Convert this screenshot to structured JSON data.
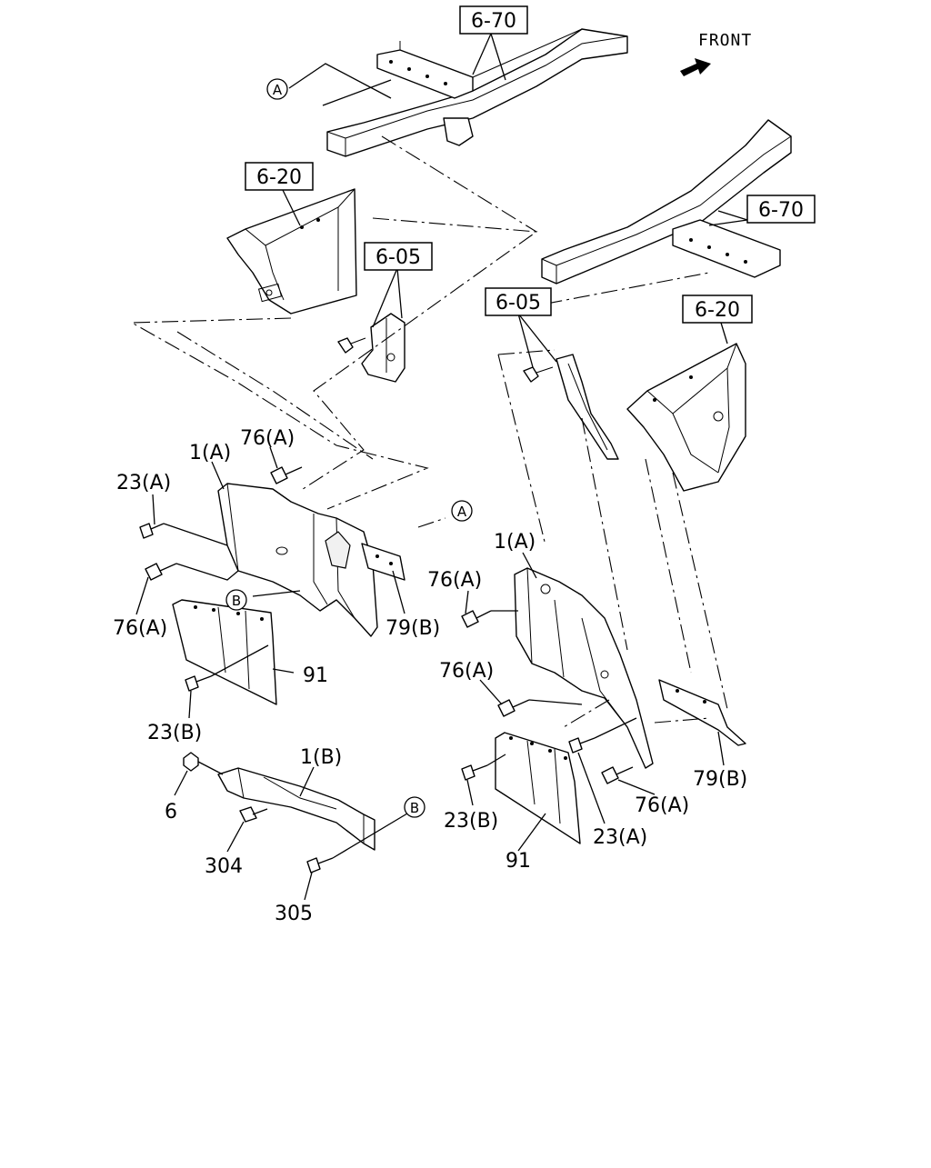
{
  "front_label": "FRONT",
  "refs": {
    "ref_6_70_top": "6-70",
    "ref_6_70_right": "6-70",
    "ref_6_20_left": "6-20",
    "ref_6_20_right": "6-20",
    "ref_6_05_left": "6-05",
    "ref_6_05_right": "6-05"
  },
  "circle_refs": {
    "a_top": "A",
    "a_mid": "A",
    "b_left": "B",
    "b_bottom": "B"
  },
  "callouts": {
    "left_1a": "1(A)",
    "left_76a_top": "76(A)",
    "left_23a": "23(A)",
    "left_76a_bottom": "76(A)",
    "left_79b": "79(B)",
    "left_91": "91",
    "left_23b": "23(B)",
    "bot_1b": "1(B)",
    "bot_6": "6",
    "bot_304": "304",
    "bot_305": "305",
    "right_1a": "1(A)",
    "right_76a_top": "76(A)",
    "right_76a_mid": "76(A)",
    "right_76a_bottom": "76(A)",
    "right_79b": "79(B)",
    "right_23b": "23(B)",
    "right_23a": "23(A)",
    "right_91": "91"
  },
  "icons": {
    "front_arrow": "front-arrow-icon"
  }
}
